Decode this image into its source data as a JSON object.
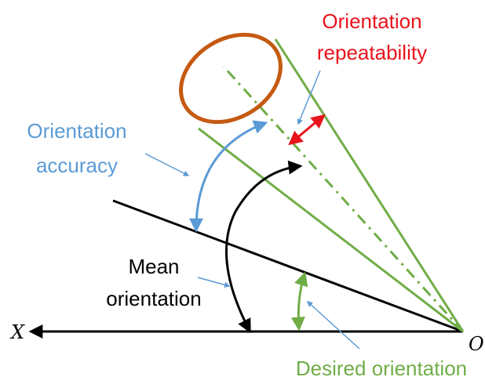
{
  "labels": {
    "repeatability_line1": "Orientation",
    "repeatability_line2": "repeatability",
    "accuracy_line1": "Orientation",
    "accuracy_line2": "accuracy",
    "mean_line1": "Mean",
    "mean_line2": "orientation",
    "desired": "Desired orientation",
    "x_axis": "X",
    "origin": "O"
  },
  "colors": {
    "red": "#e8141c",
    "blue": "#5b9bd5",
    "green": "#70ad47",
    "brown": "#c55a11",
    "black": "#000000"
  }
}
